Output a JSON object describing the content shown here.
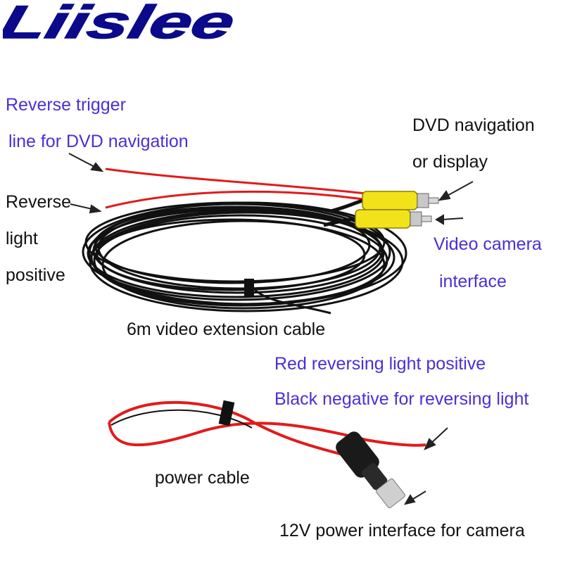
{
  "brand": {
    "logo_text": "Liislée",
    "color": "#0a0a8a"
  },
  "colors": {
    "annotation_blue": "#4b2fd6",
    "annotation_black": "#111111",
    "wire_red": "#e11b1b",
    "plug_yellow": "#f2e21a",
    "cable_black": "#111111"
  },
  "labels": {
    "reverse_trigger_1": "Reverse trigger",
    "reverse_trigger_2": "line for DVD navigation",
    "dvd_nav_1": "DVD navigation",
    "dvd_nav_2": "or display",
    "reverse_light_1": "Reverse",
    "reverse_light_2": "light",
    "reverse_light_3": "positive",
    "video_camera_1": "Video camera",
    "video_camera_2": "interface",
    "extension_cable": "6m video extension cable",
    "red_positive": "Red reversing light positive",
    "black_negative": "Black negative for reversing light",
    "power_cable": "power cable",
    "power_interface": "12V power interface for camera"
  }
}
